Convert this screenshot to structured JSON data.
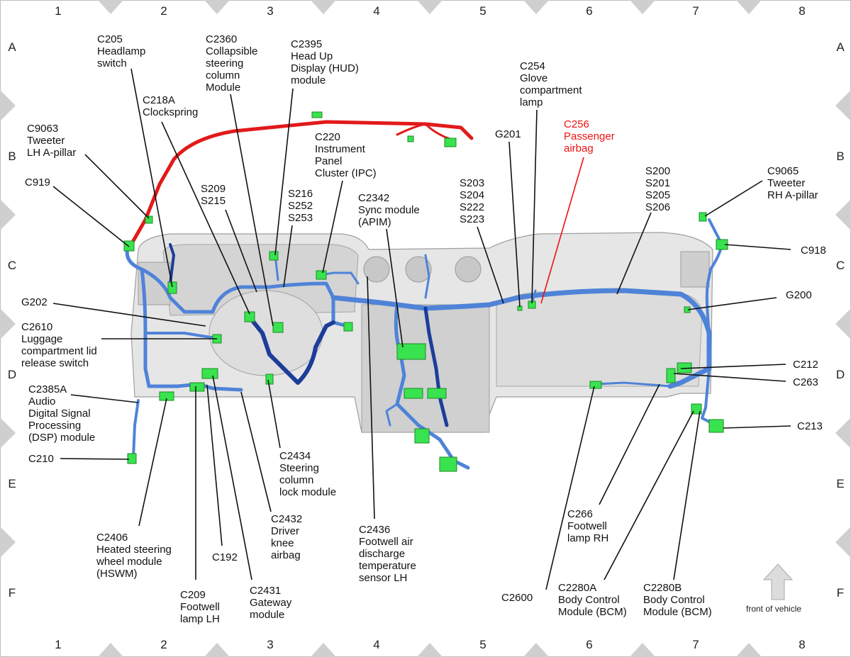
{
  "grid": {
    "columns": [
      "1",
      "2",
      "3",
      "4",
      "5",
      "6",
      "7",
      "8"
    ],
    "rows": [
      "A",
      "B",
      "C",
      "D",
      "E",
      "F"
    ]
  },
  "legend": {
    "front_of_vehicle": "front of vehicle"
  },
  "colors": {
    "harness_blue": "#4f83d8",
    "harness_dark": "#1d3d9a",
    "harness_red": "#e21a1a",
    "connector_green": "#39e34f",
    "dash_gray": "#d9d9d9",
    "highlight_label": "#e11111"
  },
  "labels": {
    "c205": [
      "C205",
      "Headlamp",
      "switch"
    ],
    "c2360": [
      "C2360",
      "Collapsible",
      "steering",
      "column",
      "Module"
    ],
    "c2395": [
      "C2395",
      "Head Up",
      "Display (HUD)",
      "module"
    ],
    "c254": [
      "C254",
      "Glove",
      "compartment",
      "lamp"
    ],
    "c218a": [
      "C218A",
      "Clockspring"
    ],
    "c9063": [
      "C9063",
      "Tweeter",
      "LH A-pillar"
    ],
    "c220": [
      "C220",
      "Instrument",
      "Panel",
      "Cluster (IPC)"
    ],
    "g201": [
      "G201"
    ],
    "c256": [
      "C256",
      "Passenger",
      "airbag"
    ],
    "c919": [
      "C919"
    ],
    "s209": [
      "S209",
      "S215"
    ],
    "s216": [
      "S216",
      "S252",
      "S253"
    ],
    "c2342": [
      "C2342",
      "Sync module",
      "(APIM)"
    ],
    "s203": [
      "S203",
      "S204",
      "S222",
      "S223"
    ],
    "s200": [
      "S200",
      "S201",
      "S205",
      "S206"
    ],
    "c9065": [
      "C9065",
      "Tweeter",
      "RH A-pillar"
    ],
    "c918": [
      "C918"
    ],
    "g202": [
      "G202"
    ],
    "c2610": [
      "C2610",
      "Luggage",
      "compartment lid",
      "release switch"
    ],
    "g200": [
      "G200"
    ],
    "c212": [
      "C212"
    ],
    "c263": [
      "C263"
    ],
    "c2385a": [
      "C2385A",
      "Audio",
      "Digital Signal",
      "Processing",
      "(DSP) module"
    ],
    "c213": [
      "C213"
    ],
    "c210": [
      "C210"
    ],
    "c2434": [
      "C2434",
      "Steering",
      "column",
      "lock module"
    ],
    "c2432": [
      "C2432",
      "Driver",
      "knee",
      "airbag"
    ],
    "c2436": [
      "C2436",
      "Footwell air",
      "discharge",
      "temperature",
      "sensor LH"
    ],
    "c266": [
      "C266",
      "Footwell",
      "lamp RH"
    ],
    "c2406": [
      "C2406",
      "Heated steering",
      "wheel module",
      "(HSWM)"
    ],
    "c192": [
      "C192"
    ],
    "c2600": [
      "C2600"
    ],
    "c209": [
      "C209",
      "Footwell",
      "lamp LH"
    ],
    "c2431": [
      "C2431",
      "Gateway",
      "module"
    ],
    "c2280a": [
      "C2280A",
      "Body Control",
      "Module (BCM)"
    ],
    "c2280b": [
      "C2280B",
      "Body Control",
      "Module (BCM)"
    ]
  }
}
